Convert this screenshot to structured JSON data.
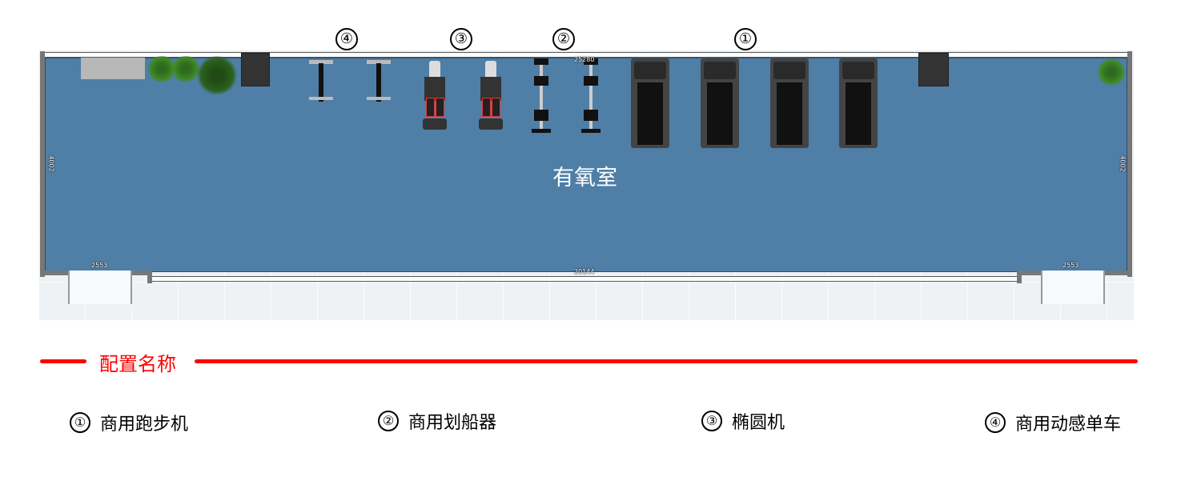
{
  "floorplan": {
    "room_label": "有氧室",
    "dimensions": {
      "top": "25280",
      "bottom": "20144",
      "left": "4002",
      "right": "4002",
      "door_left": "2553",
      "door_right": "2553"
    },
    "markers": [
      "④",
      "③",
      "②",
      "①"
    ]
  },
  "section": {
    "title": "配置名称",
    "line_color": "#ff0000"
  },
  "legend": [
    {
      "num": "①",
      "label": "商用跑步机"
    },
    {
      "num": "②",
      "label": "商用划船器"
    },
    {
      "num": "③",
      "label": "椭圆机"
    },
    {
      "num": "④",
      "label": "商用动感单车"
    }
  ],
  "colors": {
    "floor": "#4f7ea6",
    "accent": "#ff0000"
  }
}
